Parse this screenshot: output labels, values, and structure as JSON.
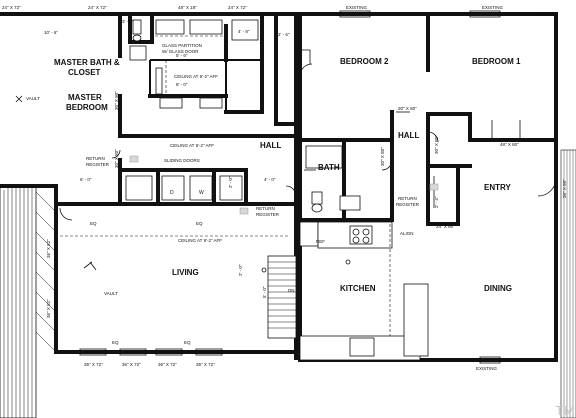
{
  "rooms": {
    "master_bath_1": "MASTER BATH &",
    "master_bath_2": "CLOSET",
    "master_bed_1": "MASTER",
    "master_bed_2": "BEDROOM",
    "hall_left": "HALL",
    "living": "LIVING",
    "bedroom2": "BEDROOM 2",
    "bedroom1": "BEDROOM 1",
    "hall_right": "HALL",
    "bath": "BATH",
    "entry": "ENTRY",
    "kitchen": "KITCHEN",
    "dining": "DINING"
  },
  "labels": {
    "dim_top_1": "24\" X 72\"",
    "dim_top_2": "24\" X 72\"",
    "dim_top_3": "48\" X 18\"",
    "dim_top_4": "24\" X 72\"",
    "dim_bath_w": "10' - 6\"",
    "dim_close_1": "3' - 6\"",
    "dim_close_2": "4' - 8\"",
    "dim_close_3": "2' - 6\"",
    "dim_close_4": "5' - 6\"",
    "dim_close_5": "8' - 0\"",
    "glass_1": "GLASS PARTITION",
    "glass_2": "W/ GLASS DOOR",
    "ceiling_1": "CEILING AT 9'-2\" AFF",
    "ceiling_2": "CEILING AT 9'-2\" AFF",
    "ceiling_3": "CEILING AT 9'-2\" AFF",
    "vault_1": "VAULT",
    "vault_2": "VAULT",
    "door_30x80_1": "30\" X 80\"",
    "door_30x80_2": "30\" X 80\"",
    "return_reg_1a": "RETURN",
    "return_reg_1b": "REGISTER",
    "return_reg_2a": "RETURN",
    "return_reg_2b": "REGISTER",
    "return_reg_3a": "RETURN",
    "return_reg_3b": "REGISTER",
    "sliding_doors": "SLIDING DOORS",
    "dim_6": "6' - 0\"",
    "dim_4": "4' - 0\"",
    "dim_2": "2' - 0\"",
    "eq_1": "EQ",
    "eq_2": "EQ",
    "eq_3": "EQ",
    "eq_4": "EQ",
    "dim_bot_1": "36\" X 72\"",
    "dim_bot_2": "36\" X 72\"",
    "dim_bot_3": "36\" X 72\"",
    "dim_bot_4": "36\" X 72\"",
    "left_wall_1": "36\" X 82\"",
    "left_wall_2": "36\" X 82\"",
    "dim_side_1": "2' - 0\"",
    "dim_side_2": "5' - 0\"",
    "existing_1": "EXISTING",
    "existing_2": "EXISTING",
    "existing_3": "EXISTING",
    "existing_4": "EXISTING",
    "door_48x80": "48\" X 80\"",
    "door_30x80_3": "30\" X 80\"",
    "door_30x80_4": "30\" X 80\"",
    "door_30x80_5": "30\" X 80\"",
    "door_24x80": "24\" X 80\"",
    "door_36x80": "36\" X 80\"",
    "align": "ALIGN",
    "ref": "REF",
    "dim_2_4": "2' - 4\"",
    "d_label": "D",
    "w_label": "W",
    "dn_label": "DN",
    "watermark": "TM"
  }
}
